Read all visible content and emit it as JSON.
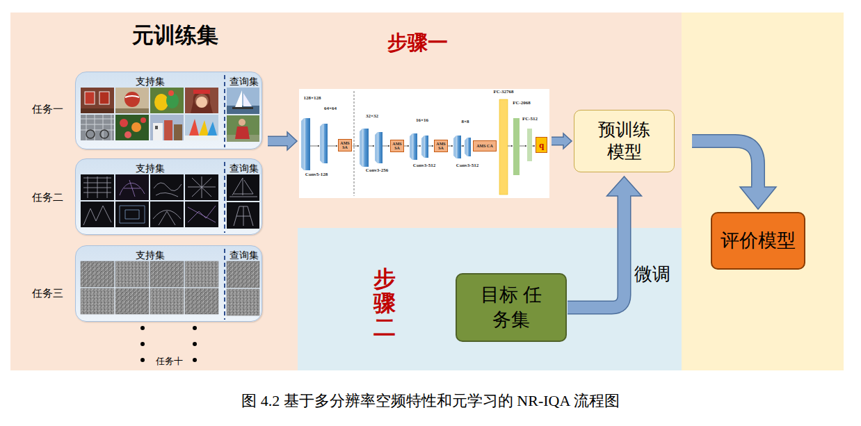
{
  "diagram": {
    "caption": "图 4.2 基于多分辨率空频特性和元学习的 NR-IQA 流程图",
    "nodes": [
      {
        "text": [
          "任务一",
          "支持集",
          "查询集"
        ]
      },
      {
        "text": [
          "任务二",
          "支持集",
          "查询集"
        ]
      },
      {
        "text": [
          "任务三",
          "支持集",
          "查询集"
        ]
      },
      {
        "text": [
          "128×128",
          "64×64",
          "Conv5-128",
          "32×32",
          "Conv3-256",
          "16×16",
          "Conv3-512",
          "8×8",
          "Conv3-512",
          "FC-32768",
          "FC-2068",
          "FC-512"
        ]
      },
      {
        "text": [
          "AMS SA"
        ],
        "in": 3
      },
      {
        "text": [
          "AMS SA"
        ],
        "in": 3
      },
      {
        "text": [
          "AMS SA"
        ],
        "in": 3
      },
      {
        "text": [
          "AMS CA"
        ],
        "in": 3
      },
      {
        "text": [
          "q"
        ],
        "in": 3
      },
      {
        "text": [
          "预训练 模型"
        ]
      },
      {
        "text": [
          "目标 任务集"
        ]
      },
      {
        "text": [
          "评价模型"
        ]
      }
    ],
    "edges": [
      {
        "from": 0,
        "to": 3,
        "arrow": "to"
      },
      {
        "from": 3,
        "to": 9,
        "arrow": "to"
      },
      {
        "from": 9,
        "to": 11,
        "arrow": "to"
      },
      {
        "from": 10,
        "to": 9,
        "label": "微调",
        "arrow": "to"
      }
    ],
    "labels": [
      "元训练集",
      "步骤一",
      "步骤二",
      "任务十"
    ]
  }
}
